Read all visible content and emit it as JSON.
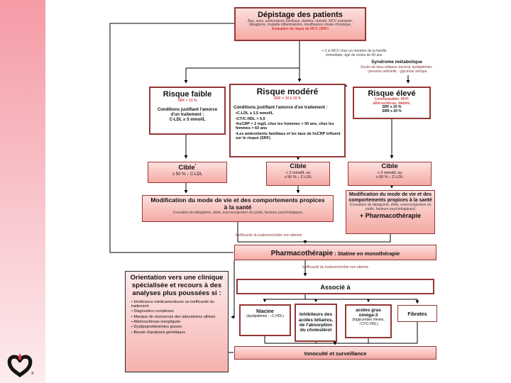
{
  "colors": {
    "box_border": "#953735",
    "pink_top": "#fde0de",
    "pink_bottom": "#f5aaa5",
    "accent_red": "#c00000",
    "note_red": "#943634",
    "strip_top": "#f59ba6",
    "strip_bottom": "#fdecee",
    "line": "#000000"
  },
  "depistage": {
    "title": "Dépistage des patients",
    "desc1": "Âge, sexe, antécédents familiaux, diabète, obésité, MCV existante,",
    "desc2": "tabagisme, maladie inflammatoire, insuffisance rénale chronique,",
    "desc3": "Évaluation du risque de MCV (SRF)"
  },
  "family_note": {
    "line1": "× 2 si MCV chez un membre de la famille",
    "line2": "immédiate, âgé de moins de 60 ans"
  },
  "syndrome": {
    "title": "Syndrome métabolique",
    "desc1": "Excès de tissu adipeux viscéral, dyslipidémie,",
    "desc2": "↑pression artérielle, ↑glycémie sérique"
  },
  "risque_faible": {
    "title": "Risque faible",
    "srf": "SRF < 10 %",
    "cond_title": "Conditions justifiant l'amorce d'un traitement :",
    "cond": "C-LDL ≥ 5 mmol/L"
  },
  "risque_modere": {
    "title": "Risque modéré",
    "srf": "SRF = 10 à 19 %",
    "cond_title": "Conditions justifiant l'amorce d'un traitement :",
    "bullets": [
      "•C-LDL ≥ 3,5 mmol/L",
      "•CT/C-HDL > 5,0",
      "•hsCRP > 2 mg/L chez les hommes > 50 ans, chez les femmes > 60 ans",
      "•Les antécédents familiaux et les taux de hsCRP influent sur le risque (SRF)"
    ]
  },
  "risque_eleve": {
    "title": "Risque élevé",
    "desc1": "Coronaropathie, MVP,",
    "desc2": "athérosclérose, diabète,",
    "srf1": "SRF ≥ 20 %",
    "srf2": "SRR ≥ 20 %"
  },
  "cible_faible": {
    "title": "Cible",
    "sup": "¹",
    "line1": "≥ 50 % ↓ C-LDL"
  },
  "cible_modere": {
    "title": "Cible",
    "line1": "< 2 mmol/L ou",
    "line2": "≥ 50 % ↓ C-LDL"
  },
  "cible_eleve": {
    "title": "Cible",
    "line1": "< 2 mmol/L ou",
    "line2": "≥ 50 % ↓ C-LDL"
  },
  "modif_left": {
    "title": "Modification du mode de vie et des comportements propices à la santé",
    "desc": "Cessation de tabagisme, diète, exercice/gestion du poids, facteurs psychologiques"
  },
  "modif_right": {
    "title": "Modification du mode de vie et des comportements propices à la santé",
    "desc": "(Cessation de tabagisme, diète, exercice/gestion du poids, facteurs psychologiques)",
    "plus": "+ Pharmacothérapie"
  },
  "ineff1": "Inefficacité du traitement/cible non atteinte",
  "pharmaco": {
    "title": "Pharmacothérapie",
    "rest": " : Statine en monothérapie"
  },
  "ineff2": "Inefficacité du traitement/cible non atteinte",
  "associe": {
    "title": "Associé à"
  },
  "niacine": {
    "title": "Niacine",
    "desc": "(dyslipidémie ; ↓C-HDL)"
  },
  "inhibiteurs": {
    "title": "Inhibiteurs des acides biliaires, de l'absorption du cholestérol"
  },
  "omega": {
    "title": "acides gras oméga-3",
    "desc": "(triglycérides élevés, ↑CT/C-HDL)"
  },
  "fibrates": {
    "title": "Fibrates"
  },
  "innocuite": {
    "title": "Innocuité et surveillance"
  },
  "orientation": {
    "title": "Orientation vers une clinique spécialisée et recours à des analyses plus poussées si :",
    "bullets": [
      "• Intolérance médicamenteuse ou inefficacité du traitement",
      "• Diagnostics complexes",
      "• Manque de ressources des laboratoires utilisés",
      "• Athérosclérose inexpliquée",
      "• Dyslipoprotéinémies graves",
      "• Besoin d'analyses génétiques"
    ]
  },
  "logo": {
    "registered": "®"
  }
}
